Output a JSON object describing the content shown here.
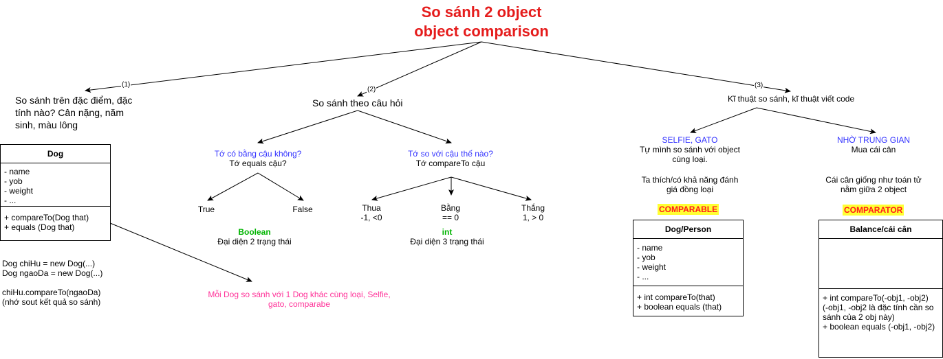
{
  "title": [
    "So sánh 2 object",
    "object comparison"
  ],
  "edge_labels": {
    "one": "(1)",
    "two": "(2)",
    "three": "(3)"
  },
  "branch1": {
    "text": [
      "So sánh trên đặc điểm, đặc",
      "tính nào? Cân nặng, năm",
      "sinh, màu lông"
    ]
  },
  "branch2": {
    "text": "So sánh theo câu hỏi"
  },
  "branch3": {
    "text": "Kĩ thuật so sánh, kĩ thuật viết code"
  },
  "dog_box": {
    "header": "Dog",
    "fields": [
      "- name",
      "- yob",
      "- weight",
      "- ..."
    ],
    "methods": [
      "+ compareTo(Dog that)",
      "+ equals (Dog that)"
    ]
  },
  "code_note": [
    "Dog chiHu = new Dog(...)",
    "Dog ngaoDa = new Dog(...)",
    "",
    "chiHu.compareTo(ngaoDa)",
    "(nhớ sout kết quả so sánh)"
  ],
  "q_equals": {
    "question": "Tớ có bằng cậu không?",
    "answer": "Tớ equals cậu?"
  },
  "q_compare": {
    "question": "Tớ so với cậu thế nào?",
    "answer": "Tớ compareTo cậu"
  },
  "equals_results": {
    "true": "True",
    "false": "False"
  },
  "compare_results": [
    {
      "label": "Thua",
      "value": "-1, <0"
    },
    {
      "label": "Bằng",
      "value": "== 0"
    },
    {
      "label": "Thắng",
      "value": "1, > 0"
    }
  ],
  "boolean_note": {
    "type": "Boolean",
    "desc": "Đại diện 2 trạng thái"
  },
  "int_note": {
    "type": "int",
    "desc": "Đại diện 3 trạng thái"
  },
  "pink_note": [
    "Mỗi Dog so sánh với 1 Dog khác cùng loại, Selfie,",
    "gato, comparabe"
  ],
  "selfie": {
    "title": "SELFIE, GATO",
    "lines": [
      "Tự mình so sánh với object",
      "cùng loại."
    ],
    "note": [
      "Ta thích/có khả năng đánh",
      "giá đồng loại"
    ],
    "badge": "COMPARABLE"
  },
  "middle": {
    "title": "NHỜ TRUNG GIAN",
    "subtitle": "Mua cái cân",
    "note": [
      "Cái cân giống như toán tử",
      "nằm giữa 2 object"
    ],
    "badge": "COMPARATOR"
  },
  "person_box": {
    "header": "Dog/Person",
    "fields": [
      "- name",
      "- yob",
      "- weight",
      "- ..."
    ],
    "methods": [
      "+ int compareTo(that)",
      "+ boolean equals (that)"
    ]
  },
  "balance_box": {
    "header": "Balance/cái cân",
    "methods": [
      "+ int compareTo(-obj1, -obj2)",
      "(-obj1, -obj2 là đặc tính cần so",
      "sánh của 2 obj này)",
      "+ boolean equals (-obj1, -obj2)"
    ]
  },
  "colors": {
    "title": "#e51c1c",
    "question": "#3333ff",
    "type": "#00b400",
    "note": "#ff3399",
    "badge_bg": "#ffff33",
    "badge_fg": "#ff1a1a"
  }
}
